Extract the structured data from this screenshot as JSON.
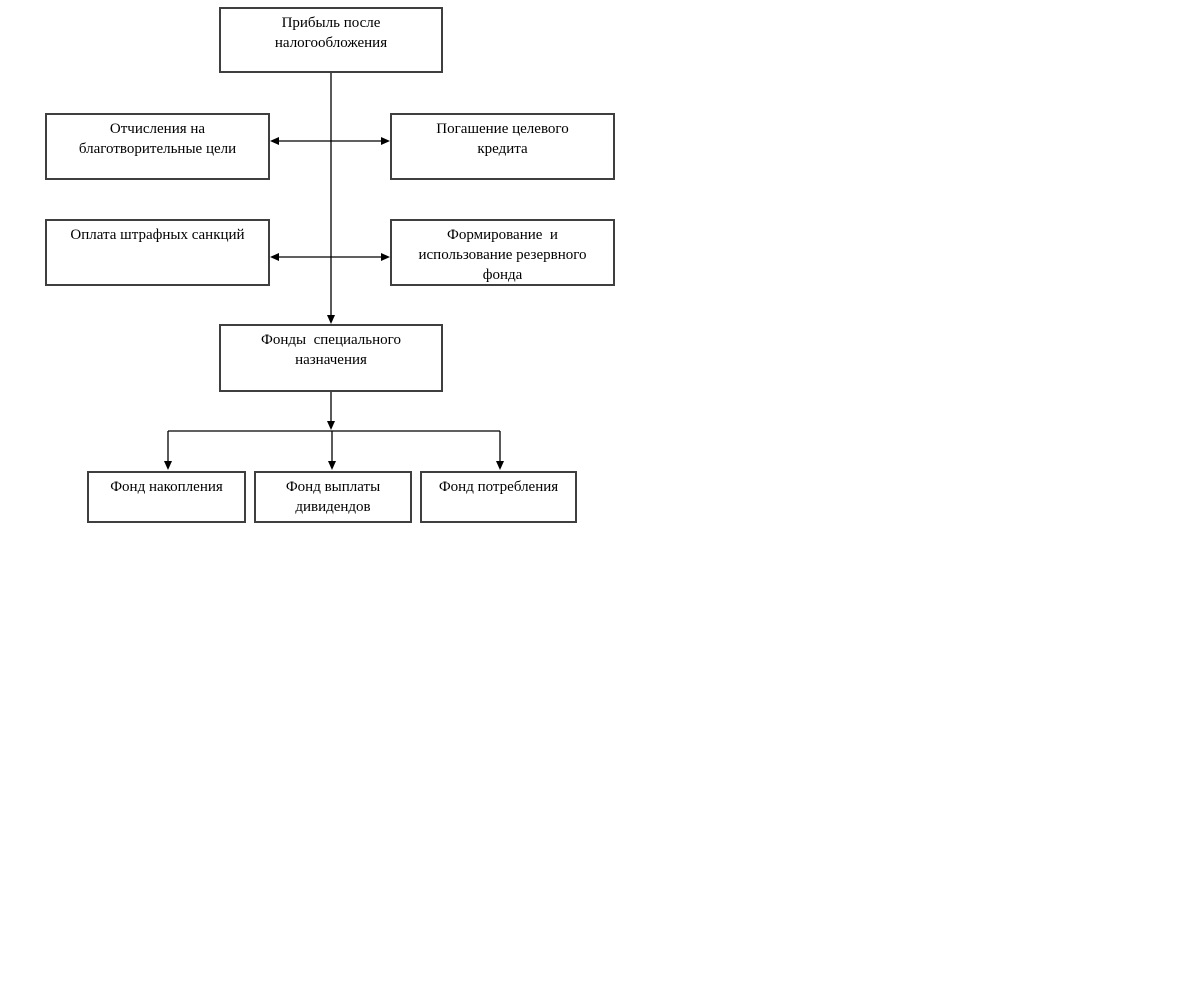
{
  "diagram": {
    "title_semantic": "Profit distribution after taxation flowchart",
    "colors": {
      "background": "#ffffff",
      "box_border": "#3f3f3f",
      "connector_line": "#000000",
      "text": "#000000"
    },
    "nodes": {
      "profit": {
        "label": "Прибыль после\nналогообложения"
      },
      "charity": {
        "label": "Отчисления на\nблаготворительные цели"
      },
      "credit": {
        "label": "Погашение целевого\nкредита"
      },
      "penalties": {
        "label": "Оплата штрафных санкций"
      },
      "reserve": {
        "label": "Формирование  и\nиспользование резервного\nфонда"
      },
      "special": {
        "label": "Фонды  специального\nназначения"
      },
      "accumulation": {
        "label": "Фонд накопления"
      },
      "dividends": {
        "label": "Фонд выплаты\nдивидендов"
      },
      "consumption": {
        "label": "Фонд потребления"
      }
    },
    "edges": [
      {
        "from": "profit",
        "to": "special",
        "type": "arrow"
      },
      {
        "from": "charity",
        "to": "credit",
        "type": "double-arrow"
      },
      {
        "from": "penalties",
        "to": "reserve",
        "type": "double-arrow"
      },
      {
        "from": "special",
        "to": "accumulation",
        "type": "arrow"
      },
      {
        "from": "special",
        "to": "dividends",
        "type": "arrow"
      },
      {
        "from": "special",
        "to": "consumption",
        "type": "arrow"
      }
    ]
  }
}
